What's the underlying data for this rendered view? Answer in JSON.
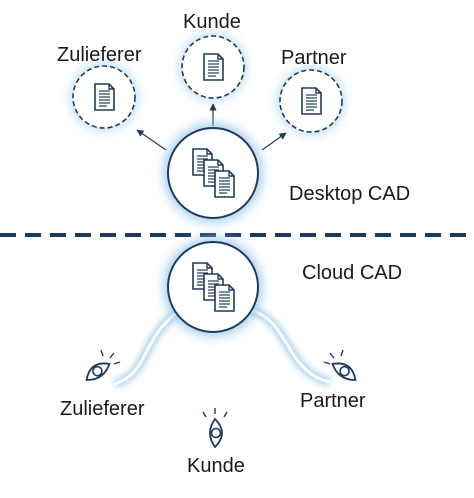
{
  "desktop": {
    "section_label": "Desktop CAD",
    "recipients": [
      {
        "label": "Zulieferer",
        "icon": "document-icon"
      },
      {
        "label": "Kunde",
        "icon": "document-icon"
      },
      {
        "label": "Partner",
        "icon": "document-icon"
      }
    ]
  },
  "cloud": {
    "section_label": "Cloud CAD",
    "viewers": [
      {
        "label": "Zulieferer",
        "icon": "eye-icon"
      },
      {
        "label": "Kunde",
        "icon": "eye-icon"
      },
      {
        "label": "Partner",
        "icon": "eye-icon"
      }
    ]
  },
  "colors": {
    "navy": "#1f3b5c",
    "glow": "#8fc4ec",
    "dashed_divider": "#1f3b5c"
  }
}
